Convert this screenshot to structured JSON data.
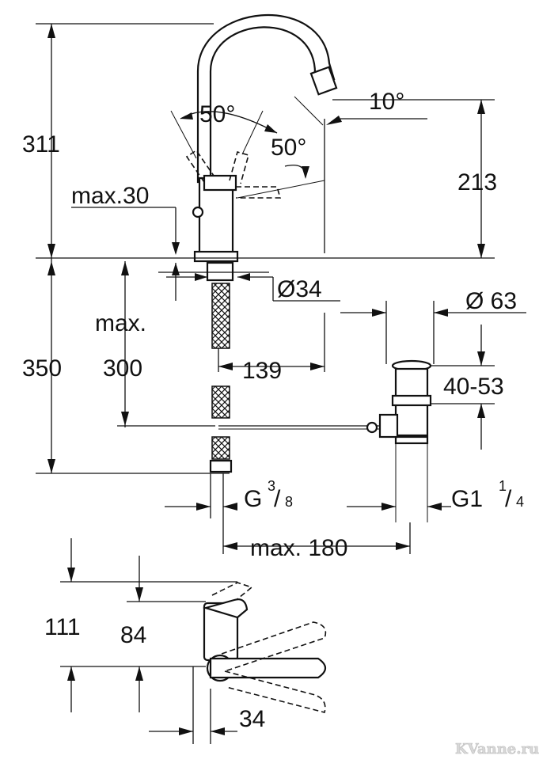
{
  "dimensions": {
    "height_total": "311",
    "spout_angle_left": "50°",
    "spout_angle_right": "50°",
    "spout_tilt": "10°",
    "spout_height": "213",
    "max_thickness": "max.30",
    "hole_diameter": "Ø34",
    "max_label": "max.",
    "hose_length": "300",
    "total_below": "350",
    "spout_reach": "139",
    "drain_diameter": "Ø 63",
    "drain_range": "40-53",
    "thread_small": {
      "base": "G",
      "num": "3",
      "den": "8"
    },
    "thread_large": {
      "base": "G1",
      "num": "1",
      "den": "4"
    },
    "drain_distance": "max. 180",
    "plan_outer": "111",
    "plan_inner": "84",
    "plan_offset": "34"
  },
  "watermark": "KVanne.ru"
}
